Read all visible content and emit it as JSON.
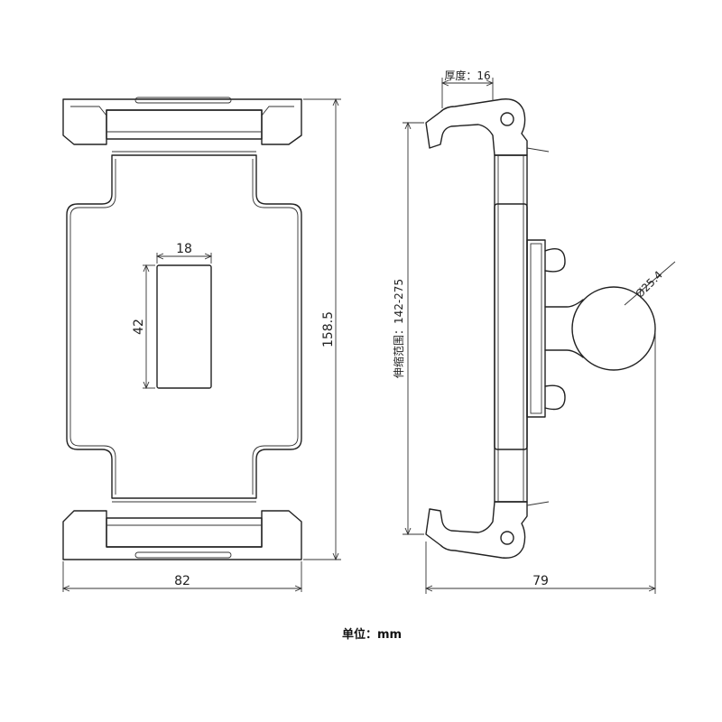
{
  "front_view": {
    "width_label": "82",
    "height_label": "158.5",
    "slot_width_label": "18",
    "slot_height_label": "42"
  },
  "side_view": {
    "thickness_label": "厚度：16",
    "range_label": "伸缩范围：142-275",
    "ball_label": "Ø25.4",
    "depth_label": "79"
  },
  "unit_label": "单位：mm"
}
